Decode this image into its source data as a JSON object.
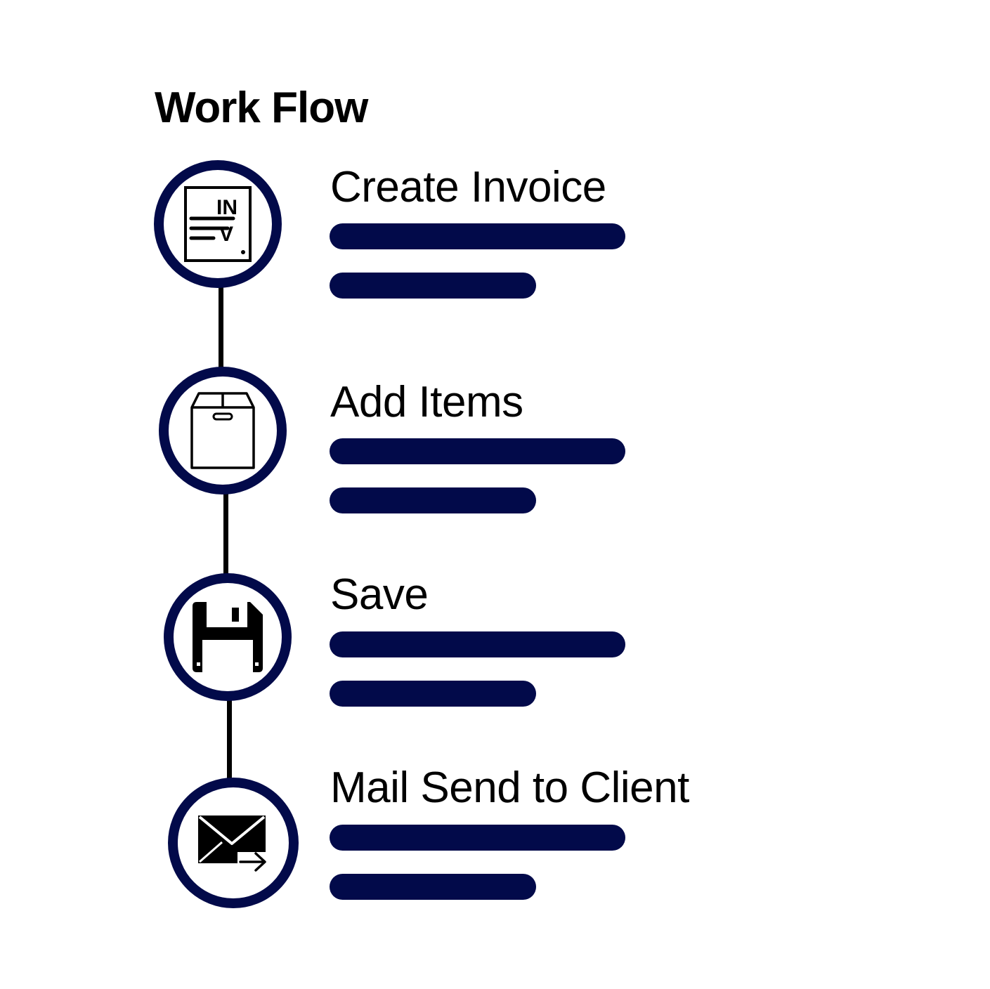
{
  "title": "Work Flow",
  "colors": {
    "accent": "#020a4a",
    "connector": "#000000",
    "text": "#000000"
  },
  "steps": [
    {
      "label": "Create Invoice",
      "icon": "invoice-icon",
      "icon_text_top": "IN",
      "icon_text_bottom": "V"
    },
    {
      "label": "Add Items",
      "icon": "box-icon"
    },
    {
      "label": "Save",
      "icon": "floppy-disk-icon"
    },
    {
      "label": "Mail Send to Client",
      "icon": "mail-send-icon"
    }
  ]
}
